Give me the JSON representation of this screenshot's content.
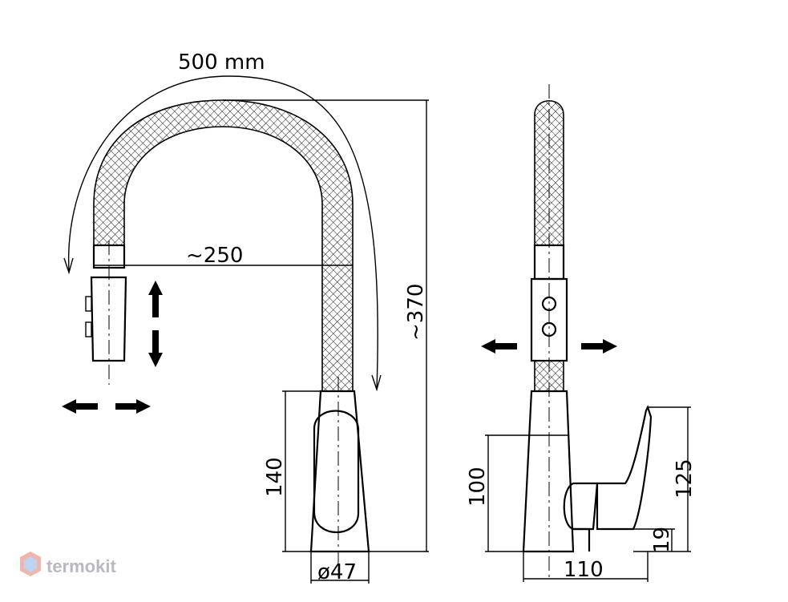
{
  "dimensions": {
    "reach_arc": "500 mm",
    "spout_reach": "~250",
    "total_height": "~370",
    "body_height": "140",
    "base_diameter": "ø47",
    "side_handle_height": "125",
    "side_body_height": "100",
    "side_base_offset": "19",
    "side_depth": "110"
  },
  "logo": {
    "text": "termokit"
  },
  "colors": {
    "line": "#000000",
    "logo": "#b7b9c4",
    "logo_accent": "#e0483a"
  }
}
